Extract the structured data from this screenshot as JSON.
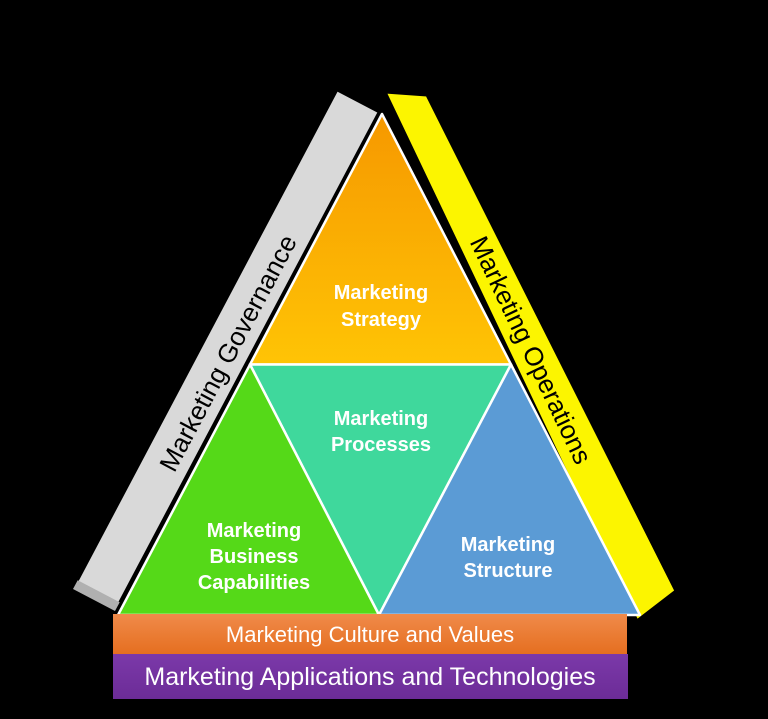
{
  "diagram": {
    "background_color": "#000000",
    "divider_color": "#FFFFFF"
  },
  "pyramid": {
    "strategy": {
      "label": "Marketing Strategy",
      "line1": "Marketing",
      "line2": "Strategy",
      "color_top": "#F69800",
      "color_bottom": "#FFC405",
      "text_color": "#FFFFFF"
    },
    "processes": {
      "label": "Marketing Processes",
      "line1": "Marketing",
      "line2": "Processes",
      "color": "#3FD89C",
      "text_color": "#FFFFFF"
    },
    "business_capabilities": {
      "label": "Marketing Business Capabilities",
      "line1": "Marketing",
      "line2": "Business",
      "line3": "Capabilities",
      "color": "#55D918",
      "text_color": "#FFFFFF"
    },
    "structure": {
      "label": "Marketing Structure",
      "line1": "Marketing",
      "line2": "Structure",
      "color": "#5B9BD5",
      "text_color": "#FFFFFF"
    }
  },
  "side_bars": {
    "governance": {
      "label": "Marketing Governance",
      "color": "#D9D9D9",
      "edge_color": "#B0B0B0",
      "outline_color": "#000000",
      "text_color": "#000000"
    },
    "operations": {
      "label": "Marketing Operations",
      "color": "#FCF500",
      "outline_color": "#000000",
      "text_color": "#000000"
    }
  },
  "bottom_bars": {
    "culture_values": {
      "label": "Marketing Culture and Values",
      "color_top": "#F08A4A",
      "color_bottom": "#E56F20",
      "text_color": "#FFFFFF"
    },
    "applications_technologies": {
      "label": "Marketing Applications and Technologies",
      "color_top": "#7B39A9",
      "color_bottom": "#6C2C97",
      "text_color": "#FFFFFF"
    }
  }
}
